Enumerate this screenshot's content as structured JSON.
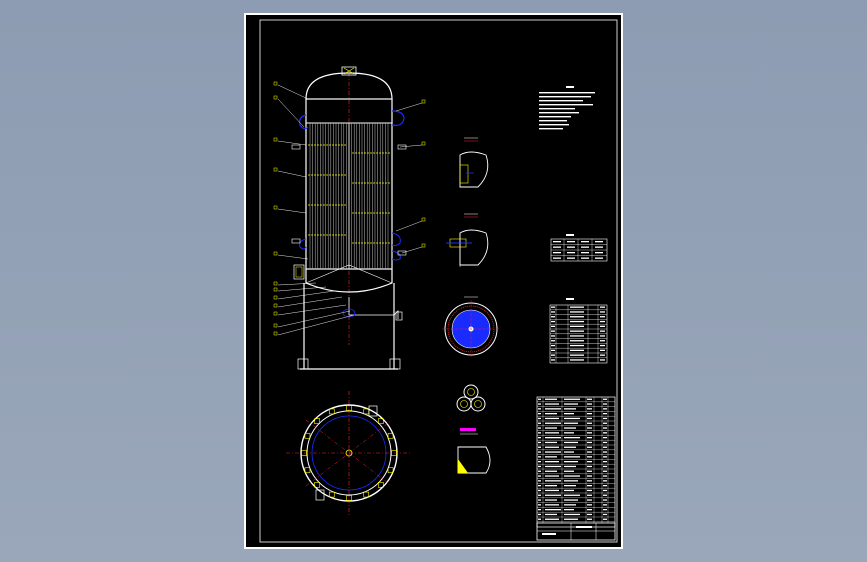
{
  "sheet": {
    "background": "#000000",
    "line_color": "#ffffff",
    "accent_yellow": "#ffff00",
    "accent_blue": "#1a2bff",
    "accent_red": "#ff2020",
    "accent_green": "#00ff66"
  },
  "views": [
    {
      "name": "main-elevation-view"
    },
    {
      "name": "top-plan-view"
    },
    {
      "name": "detail-1"
    },
    {
      "name": "detail-2"
    },
    {
      "name": "detail-3-ring"
    },
    {
      "name": "detail-4-tube-cluster"
    },
    {
      "name": "detail-5"
    }
  ],
  "tables": [
    {
      "name": "technical-notes"
    },
    {
      "name": "design-data-table"
    },
    {
      "name": "nozzle-table"
    },
    {
      "name": "parts-list-table"
    },
    {
      "name": "title-block"
    }
  ]
}
